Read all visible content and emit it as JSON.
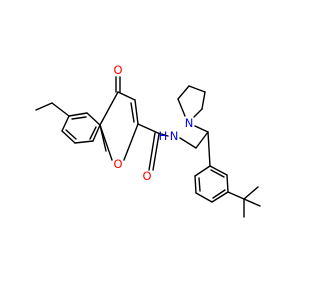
{
  "colors": {
    "background": "#ffffff",
    "bond": "#000000",
    "oxygen": "#ff0000",
    "nitrogen": "#0000ff",
    "hydrogen_on_nitrogen": "#0000ff"
  },
  "atom_labels": {
    "ketone_oxygen": "O",
    "ring_oxygen": "O",
    "amide_oxygen": "O",
    "amide_nitrogen": "N",
    "amide_hydrogen": "H",
    "pyrrolidine_nitrogen": "N"
  }
}
